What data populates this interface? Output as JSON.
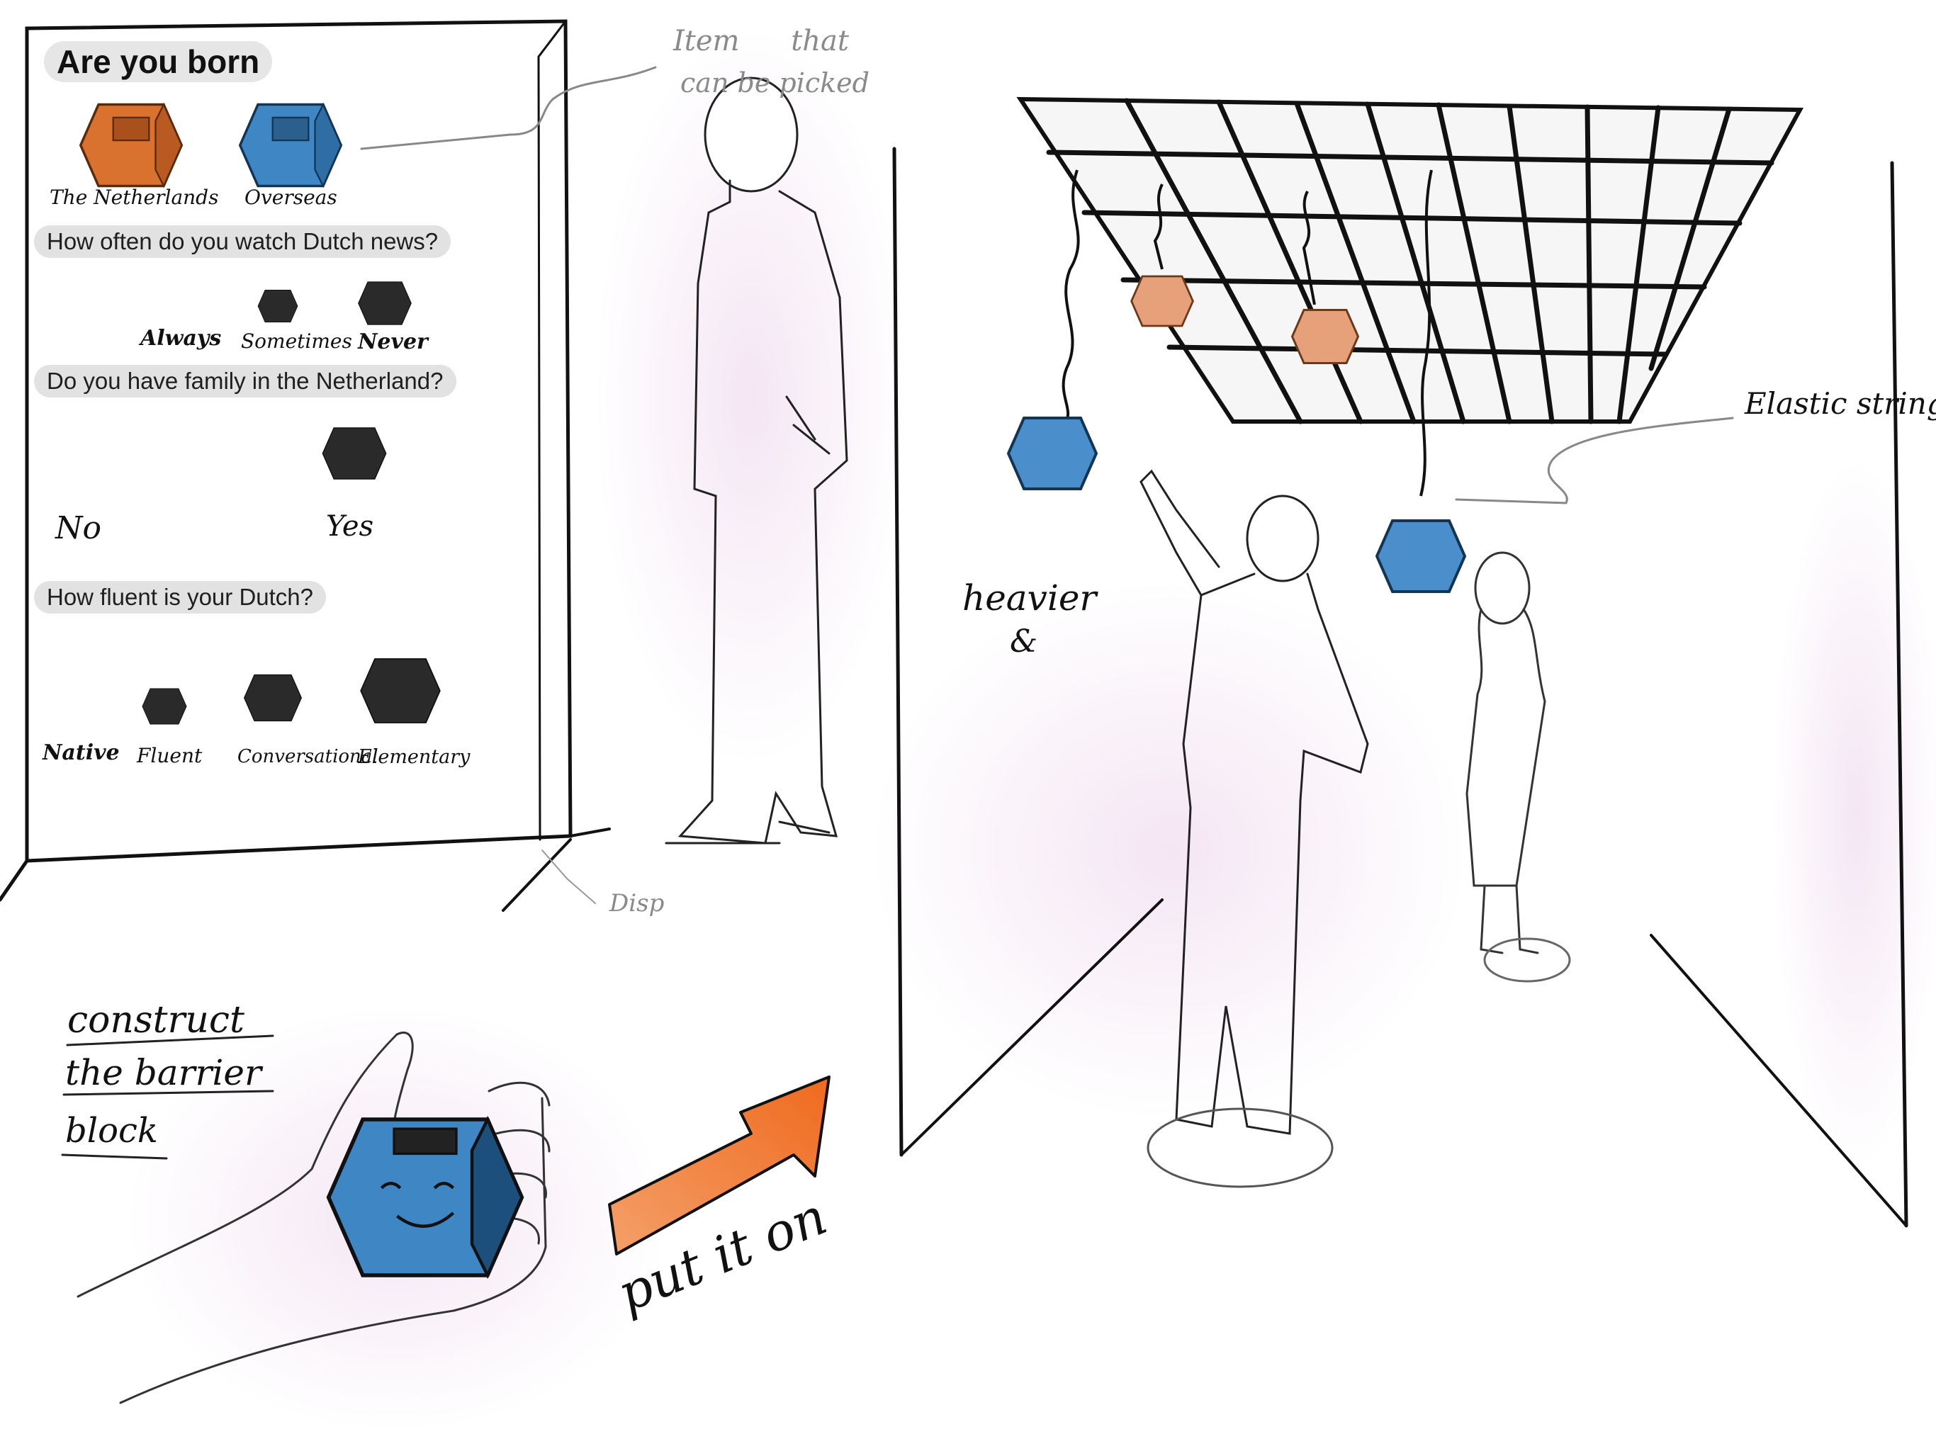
{
  "panel": {
    "title": "Are you born",
    "origin_options": [
      "The Netherlands",
      "Overseas"
    ],
    "questions": [
      {
        "text": "How often do you watch Dutch news?",
        "options": [
          "Always",
          "Sometimes",
          "Never"
        ]
      },
      {
        "text": "Do you have family in the Netherland?",
        "options": [
          "No",
          "Yes"
        ]
      },
      {
        "text": "How fluent is your Dutch?",
        "options": [
          "Native",
          "Fluent",
          "Conversational",
          "Elementary"
        ]
      }
    ]
  },
  "annotations": {
    "item_note_line1": "Item that",
    "item_note_line2": "can be picked",
    "display_note": "Disp",
    "elastic_string": "Elastic string",
    "heavier": "heavier",
    "heavier_mark": "&"
  },
  "bottom": {
    "construct_line1": "construct",
    "construct_line2": "the barrier",
    "construct_line3": "block",
    "put_it_on": "put it on"
  },
  "colors": {
    "orange_block": "#d9722f",
    "blue_block": "#3f86c4",
    "light_orange_block": "#e6a07a",
    "dark_block": "#2a2a2a",
    "arrow": "#f07a2a",
    "pink_glow": "#f3e3f2"
  }
}
